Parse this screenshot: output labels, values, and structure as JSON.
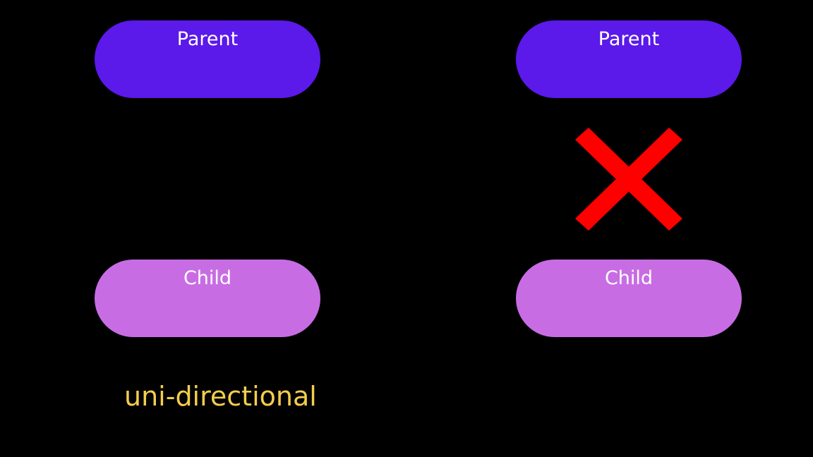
{
  "colors": {
    "background": "#000000",
    "parent": "#5b19ea",
    "child": "#c86ce4",
    "label_text": "#ffffff",
    "cross": "#ff0000",
    "caption": "#f3cd4d"
  },
  "left": {
    "parent_label": "Parent",
    "child_label": "Child",
    "caption": "uni-directional"
  },
  "right": {
    "parent_label": "Parent",
    "child_label": "Child",
    "cross_icon": "x-mark-icon"
  }
}
